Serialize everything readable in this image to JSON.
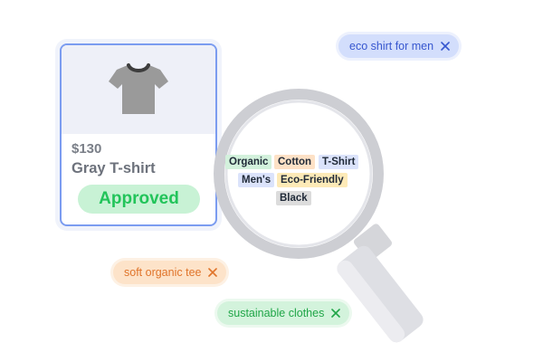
{
  "product": {
    "price": "$130",
    "name": "Gray T-shirt",
    "status": "Approved",
    "image_icon": "tshirt-icon"
  },
  "queries": [
    {
      "label": "eco shirt for men",
      "color": "#3757cf"
    },
    {
      "label": "soft organic tee",
      "color": "#e0742a"
    },
    {
      "label": "sustainable clothes",
      "color": "#20a648"
    }
  ],
  "tags": [
    {
      "label": "Organic",
      "color": "#d3f1dc"
    },
    {
      "label": "Cotton",
      "color": "#fde1c6"
    },
    {
      "label": "T-Shirt",
      "color": "#dbe3fb"
    },
    {
      "label": "Men's",
      "color": "#dbe3fb"
    },
    {
      "label": "Eco-Friendly",
      "color": "#fdeab7"
    },
    {
      "label": "Black",
      "color": "#dcdcdc"
    }
  ],
  "icons": {
    "chip_close": "close-icon",
    "magnifier": "magnifying-glass-icon"
  }
}
